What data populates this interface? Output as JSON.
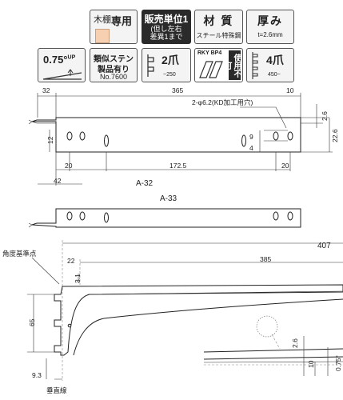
{
  "badges": {
    "wood_shelf": {
      "material": "木棚",
      "dedicated": "専用"
    },
    "sales_unit": {
      "title": "販売単位1",
      "note_line1": "(但し左右",
      "note_line2": "差異1まで"
    },
    "material": {
      "title": "材 質",
      "note": "スチール特殊鋼"
    },
    "thickness": {
      "title": "厚み",
      "note": "t=2.6mm"
    },
    "angle": {
      "value": "0.75°",
      "sup": "UP"
    },
    "similar": {
      "line1": "類似ステン",
      "line2": "製品有り",
      "line3": "No.7600"
    },
    "claw2": {
      "title": "2爪",
      "note": "~250"
    },
    "prohibit": {
      "brand": "RKY BP4",
      "text": "使用不可"
    },
    "claw4": {
      "title": "4爪",
      "note": "450~"
    }
  },
  "drawing": {
    "top_view": {
      "model": "A-32",
      "dims": {
        "left_offset": "32",
        "length": "365",
        "right_offset": "10",
        "hole_spec": "2-φ6.2(KD加工用穴)",
        "dim_26": "2.6",
        "dim_226": "22.6",
        "dim_12": "12",
        "dim_9": "9",
        "dim_4": "4",
        "dim_20a": "20",
        "dim_1725": "172.5",
        "dim_20b": "20",
        "dim_42": "42"
      }
    },
    "mid_view": {
      "model": "A-33"
    },
    "side_view": {
      "labels": {
        "ref_point": "角度基準点",
        "vertical": "垂直線"
      },
      "dims": {
        "total": "407",
        "dim_22": "22",
        "dim_385": "385",
        "dim_31": "3.1",
        "dim_65": "65",
        "dim_93": "9.3",
        "dim_26": "2.6",
        "dim_10": "10",
        "angle": "0.75°"
      }
    }
  }
}
